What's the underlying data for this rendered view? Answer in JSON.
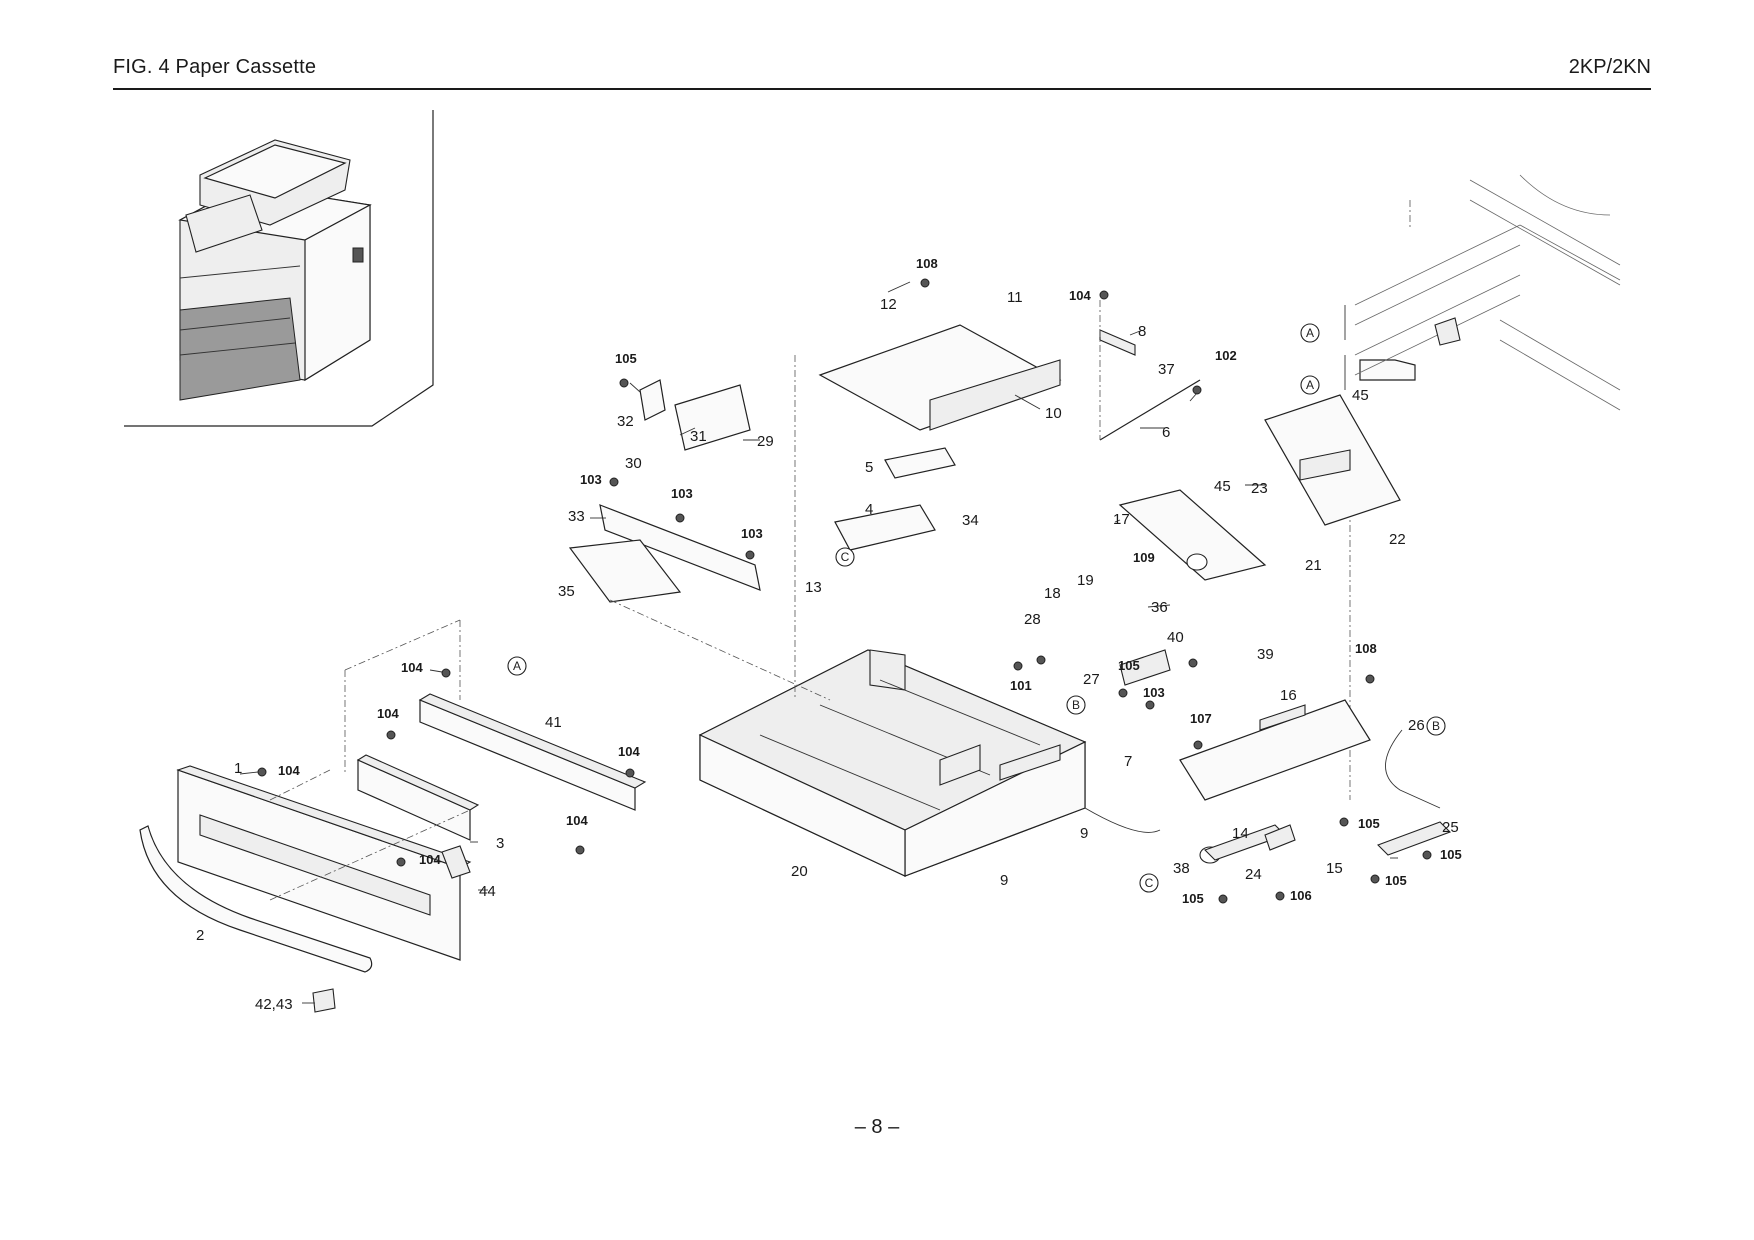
{
  "header": {
    "figure_title": "FIG.  4  Paper Cassette",
    "model": "2KP/2KN"
  },
  "footer": {
    "page_number": "– 8 –"
  },
  "callouts": [
    {
      "text": "1",
      "bold": false
    },
    {
      "text": "104",
      "bold": true
    },
    {
      "text": "2",
      "bold": false
    },
    {
      "text": "42,43",
      "bold": false
    },
    {
      "text": "104",
      "bold": true
    },
    {
      "text": "3",
      "bold": false
    },
    {
      "text": "44",
      "bold": false
    },
    {
      "text": "104",
      "bold": true
    },
    {
      "text": "104",
      "bold": true
    },
    {
      "text": "41",
      "bold": false
    },
    {
      "text": "104",
      "bold": true
    },
    {
      "text": "104",
      "bold": true
    },
    {
      "text": "105",
      "bold": true
    },
    {
      "text": "32",
      "bold": false
    },
    {
      "text": "31",
      "bold": false
    },
    {
      "text": "29",
      "bold": false
    },
    {
      "text": "30",
      "bold": false
    },
    {
      "text": "103",
      "bold": true
    },
    {
      "text": "103",
      "bold": true
    },
    {
      "text": "33",
      "bold": false
    },
    {
      "text": "103",
      "bold": true
    },
    {
      "text": "35",
      "bold": false
    },
    {
      "text": "108",
      "bold": true
    },
    {
      "text": "12",
      "bold": false
    },
    {
      "text": "11",
      "bold": false
    },
    {
      "text": "10",
      "bold": false
    },
    {
      "text": "5",
      "bold": false
    },
    {
      "text": "4",
      "bold": false
    },
    {
      "text": "34",
      "bold": false
    },
    {
      "text": "13",
      "bold": false
    },
    {
      "text": "20",
      "bold": false
    },
    {
      "text": "9",
      "bold": false
    },
    {
      "text": "9",
      "bold": false
    },
    {
      "text": "104",
      "bold": true
    },
    {
      "text": "8",
      "bold": false
    },
    {
      "text": "37",
      "bold": false
    },
    {
      "text": "102",
      "bold": true
    },
    {
      "text": "6",
      "bold": false
    },
    {
      "text": "45",
      "bold": false
    },
    {
      "text": "45",
      "bold": false
    },
    {
      "text": "23",
      "bold": false
    },
    {
      "text": "22",
      "bold": false
    },
    {
      "text": "17",
      "bold": false
    },
    {
      "text": "21",
      "bold": false
    },
    {
      "text": "109",
      "bold": true
    },
    {
      "text": "18",
      "bold": false
    },
    {
      "text": "19",
      "bold": false
    },
    {
      "text": "36",
      "bold": false
    },
    {
      "text": "28",
      "bold": false
    },
    {
      "text": "101",
      "bold": true
    },
    {
      "text": "27",
      "bold": false
    },
    {
      "text": "105",
      "bold": true
    },
    {
      "text": "103",
      "bold": true
    },
    {
      "text": "7",
      "bold": false
    },
    {
      "text": "40",
      "bold": false
    },
    {
      "text": "39",
      "bold": false
    },
    {
      "text": "108",
      "bold": true
    },
    {
      "text": "16",
      "bold": false
    },
    {
      "text": "107",
      "bold": true
    },
    {
      "text": "26",
      "bold": false
    },
    {
      "text": "105",
      "bold": true
    },
    {
      "text": "25",
      "bold": false
    },
    {
      "text": "105",
      "bold": true
    },
    {
      "text": "14",
      "bold": false
    },
    {
      "text": "38",
      "bold": false
    },
    {
      "text": "24",
      "bold": false
    },
    {
      "text": "15",
      "bold": false
    },
    {
      "text": "105",
      "bold": true
    },
    {
      "text": "105",
      "bold": true
    },
    {
      "text": "106",
      "bold": true
    }
  ],
  "reference_marks": [
    "A",
    "A",
    "A",
    "B",
    "B",
    "C",
    "C"
  ]
}
